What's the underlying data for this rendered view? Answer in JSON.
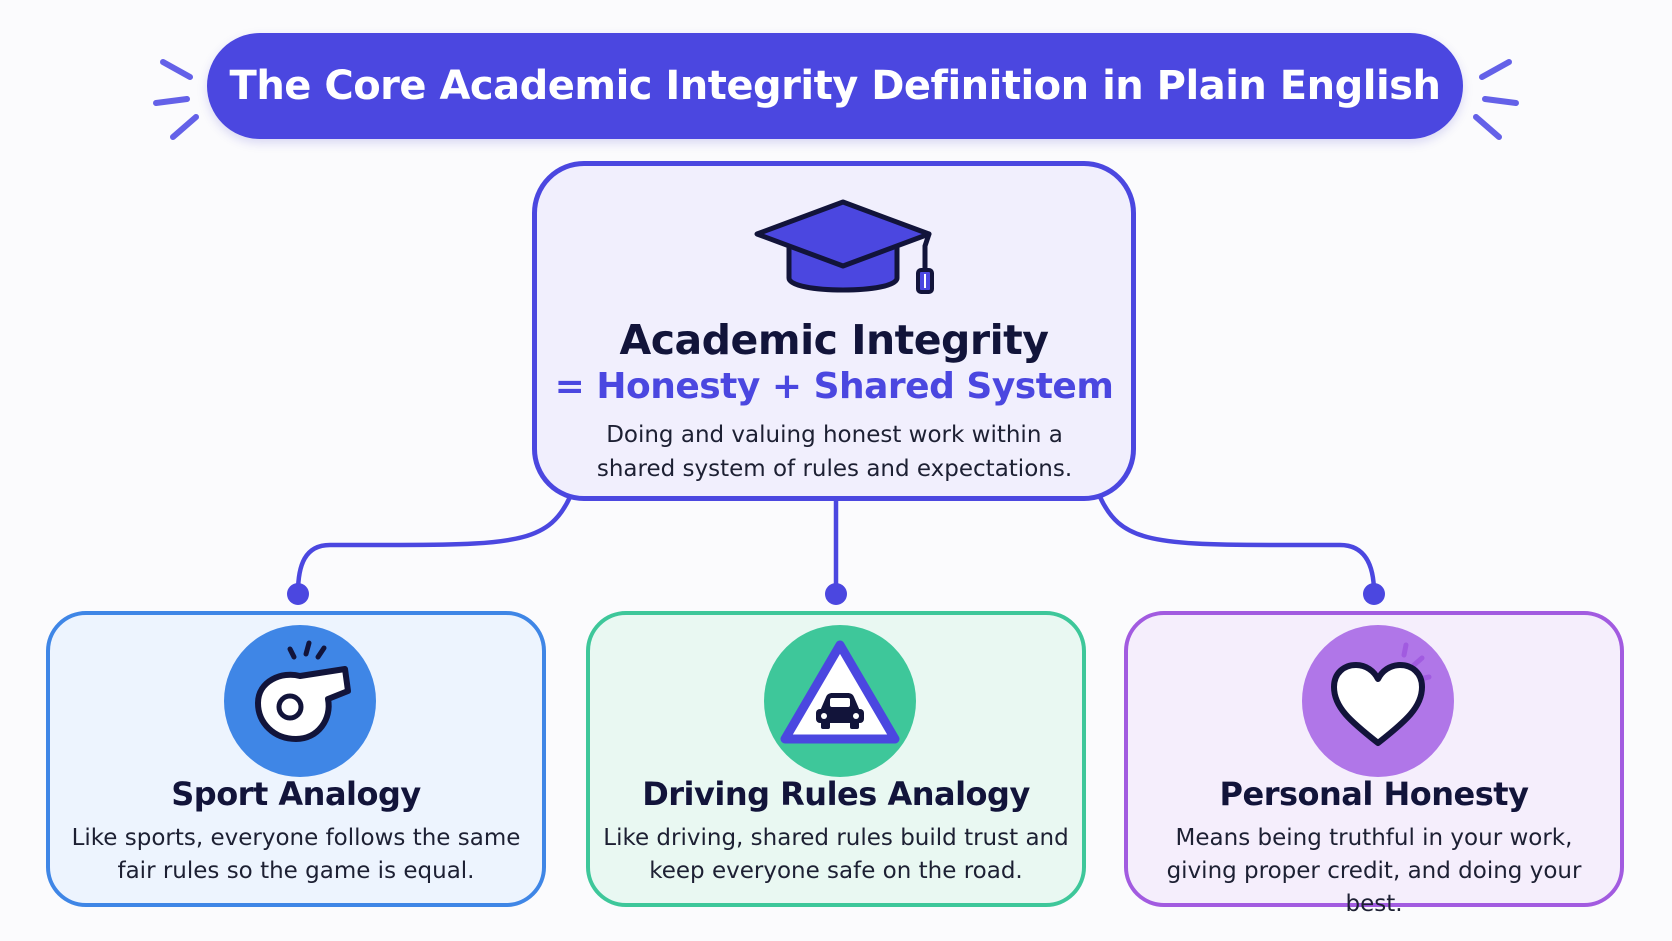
{
  "header": {
    "title": "The Core Academic Integrity Definition in Plain English"
  },
  "core": {
    "title": "Academic Integrity",
    "formula": "= Honesty + Shared System",
    "description": "Doing and valuing honest work within a shared system of rules and expectations.",
    "icon": "graduation-cap-icon"
  },
  "cards": [
    {
      "title": "Sport Analogy",
      "description": "Like sports, everyone follows the same fair rules so the game is equal.",
      "icon": "whistle-icon",
      "color": "#3f86e6"
    },
    {
      "title": "Driving Rules Analogy",
      "description": "Like driving, shared rules build trust and keep everyone safe on the road.",
      "icon": "road-sign-car-icon",
      "color": "#3ec79a"
    },
    {
      "title": "Personal Honesty",
      "description": "Means being truthful in your work, giving proper credit, and doing your best.",
      "icon": "heart-icon",
      "color": "#a25be0"
    }
  ],
  "colors": {
    "primary": "#4b47e0",
    "text": "#12143a"
  }
}
